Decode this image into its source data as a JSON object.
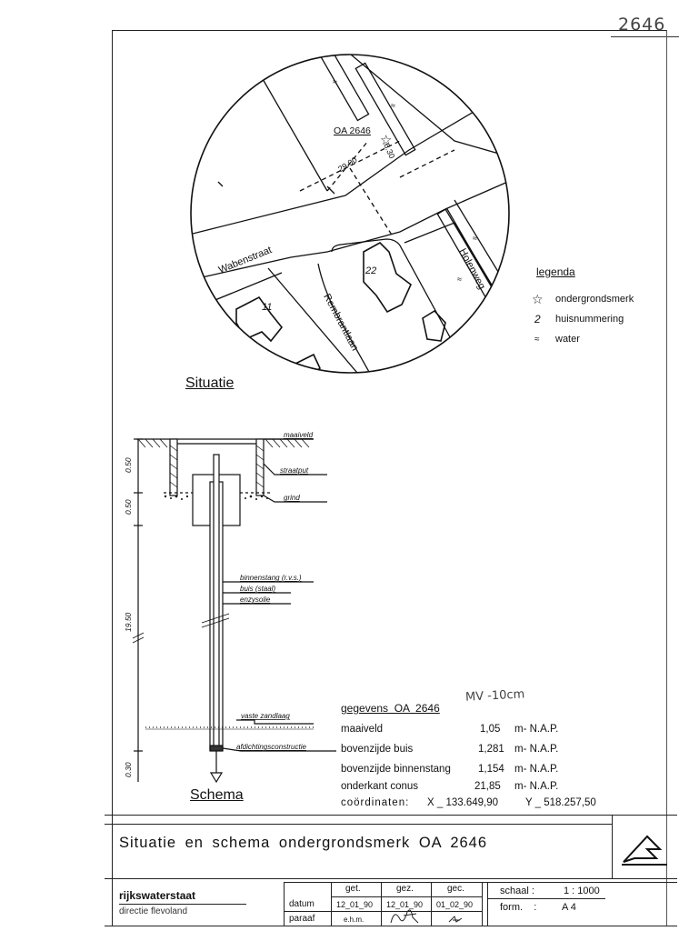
{
  "sheet": {
    "number": "2646",
    "situatie_title": "Situatie",
    "schema_title": "Schema",
    "handwritten_note": "MV -10cm"
  },
  "map": {
    "streets": [
      "Wabenstraat",
      "Rembrantlaan",
      "Holenweg"
    ],
    "marker_label": "OA 2646",
    "dim_1": "29.00",
    "dim_2": "6.30",
    "house_numbers": [
      "22",
      "11"
    ],
    "water_symbol": "≈"
  },
  "legend": {
    "title": "legenda",
    "items": [
      {
        "symbol": "☆",
        "label": "ondergrondsmerk"
      },
      {
        "symbol": "2",
        "label": "huisnummering"
      },
      {
        "symbol": "≈",
        "label": "water"
      }
    ]
  },
  "schema": {
    "labels": {
      "maaiveld": "maaiveld",
      "straatput": "straatput",
      "grind": "grind",
      "binnenstang": "binnenstang (r.v.s.)",
      "buis": "buis (staal)",
      "enzysolie": "enzysolie",
      "zandlaag": "vaste zandlaag",
      "afdichting": "afdichtingsconstructie"
    },
    "dimensions": [
      "0.50",
      "0.50",
      "19.50",
      "0.30"
    ]
  },
  "gegevens": {
    "title": "gegevens  OA  2646",
    "rows": [
      {
        "label": "maaiveld",
        "value": "1,05",
        "unit": "m- N.A.P."
      },
      {
        "label": "bovenzijde buis",
        "value": "1,281",
        "unit": "m- N.A.P."
      },
      {
        "label": "bovenzijde binnenstang",
        "value": "1,154",
        "unit": "m- N.A.P."
      },
      {
        "label": "onderkant conus",
        "value": "21,85",
        "unit": "m- N.A.P."
      }
    ],
    "coord_label": "coördinaten:",
    "coord_x": "X _ 133.649,90",
    "coord_y": "Y _ 518.257,50"
  },
  "title_block": {
    "main_title": "Situatie en schema ondergrondsmerk OA 2646",
    "org": "rijkswaterstaat",
    "dept": "directie flevoland",
    "datum": "datum",
    "paraaf": "paraaf",
    "get_label": "get.",
    "get_date": "12_01_90",
    "get_paraaf": "e.h.m.",
    "gez_label": "gez.",
    "gez_date": "12_01_90",
    "gec_label": "gec.",
    "gec_date": "01_02_90",
    "schaal_label": "schaal :",
    "schaal_value": "1 : 1000",
    "form_label": "form.    :",
    "form_value": "A 4"
  }
}
